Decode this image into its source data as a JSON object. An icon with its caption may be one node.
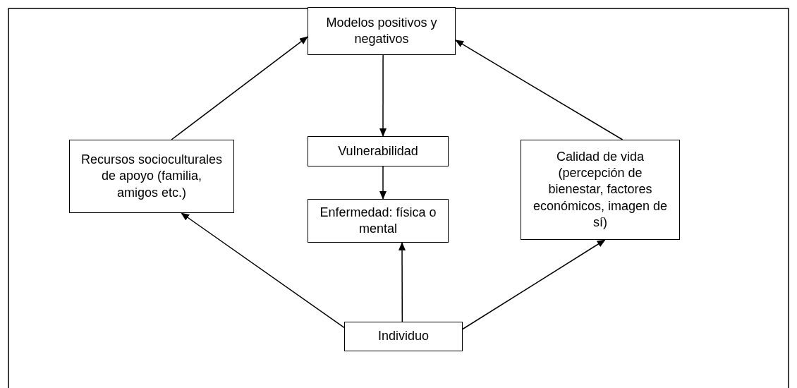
{
  "diagram": {
    "nodes": [
      {
        "text": [
          "Modelos positivos y negativos"
        ]
      },
      {
        "text": [
          "Recursos socioculturales de apoyo (familia, amigos etc.)"
        ]
      },
      {
        "text": [
          "Vulnerabilidad"
        ]
      },
      {
        "text": [
          "Enfermedad: física o mental"
        ]
      },
      {
        "text": [
          "Calidad de vida (percepción de bienestar, factores económicos, imagen de sí)"
        ]
      },
      {
        "text": [
          "Individuo"
        ]
      }
    ],
    "edges": [
      {
        "from": 1,
        "to": 0,
        "arrow": "to"
      },
      {
        "from": 4,
        "to": 0,
        "arrow": "to"
      },
      {
        "from": 0,
        "to": 2,
        "arrow": "to"
      },
      {
        "from": 2,
        "to": 3,
        "arrow": "to"
      },
      {
        "from": 5,
        "to": 3,
        "arrow": "to"
      },
      {
        "from": 5,
        "to": 1,
        "arrow": "to"
      },
      {
        "from": 5,
        "to": 4,
        "arrow": "to"
      }
    ]
  }
}
